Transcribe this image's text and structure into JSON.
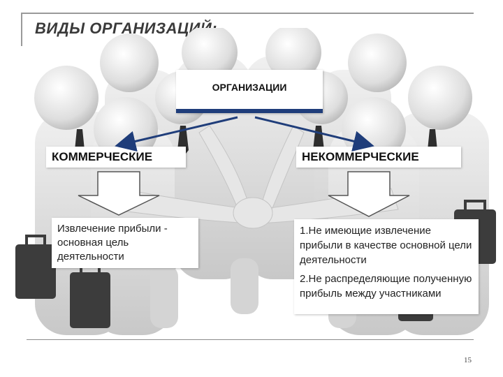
{
  "slide": {
    "title": "ВИДЫ ОРГАНИЗАЦИЙ:",
    "page_number": "15"
  },
  "diagram": {
    "root": "ОРГАНИЗАЦИИ",
    "left_branch": {
      "label": "КОММЕРЧЕСКИЕ",
      "description": "Извлечение прибыли - основная цель деятельности"
    },
    "right_branch": {
      "label": "НЕКОММЕРЧЕСКИЕ",
      "description_lines": [
        "1.Не имеющие извлечение прибыли в качестве основной цели деятельности",
        "2.Не распределяющие полученную прибыль между участниками"
      ]
    }
  },
  "colors": {
    "arrow": "#1f3d7a",
    "title_text": "#3a3a3a",
    "figures": "#e2e2e2"
  },
  "background_image": "group-of-white-3d-figures-joining-hands"
}
